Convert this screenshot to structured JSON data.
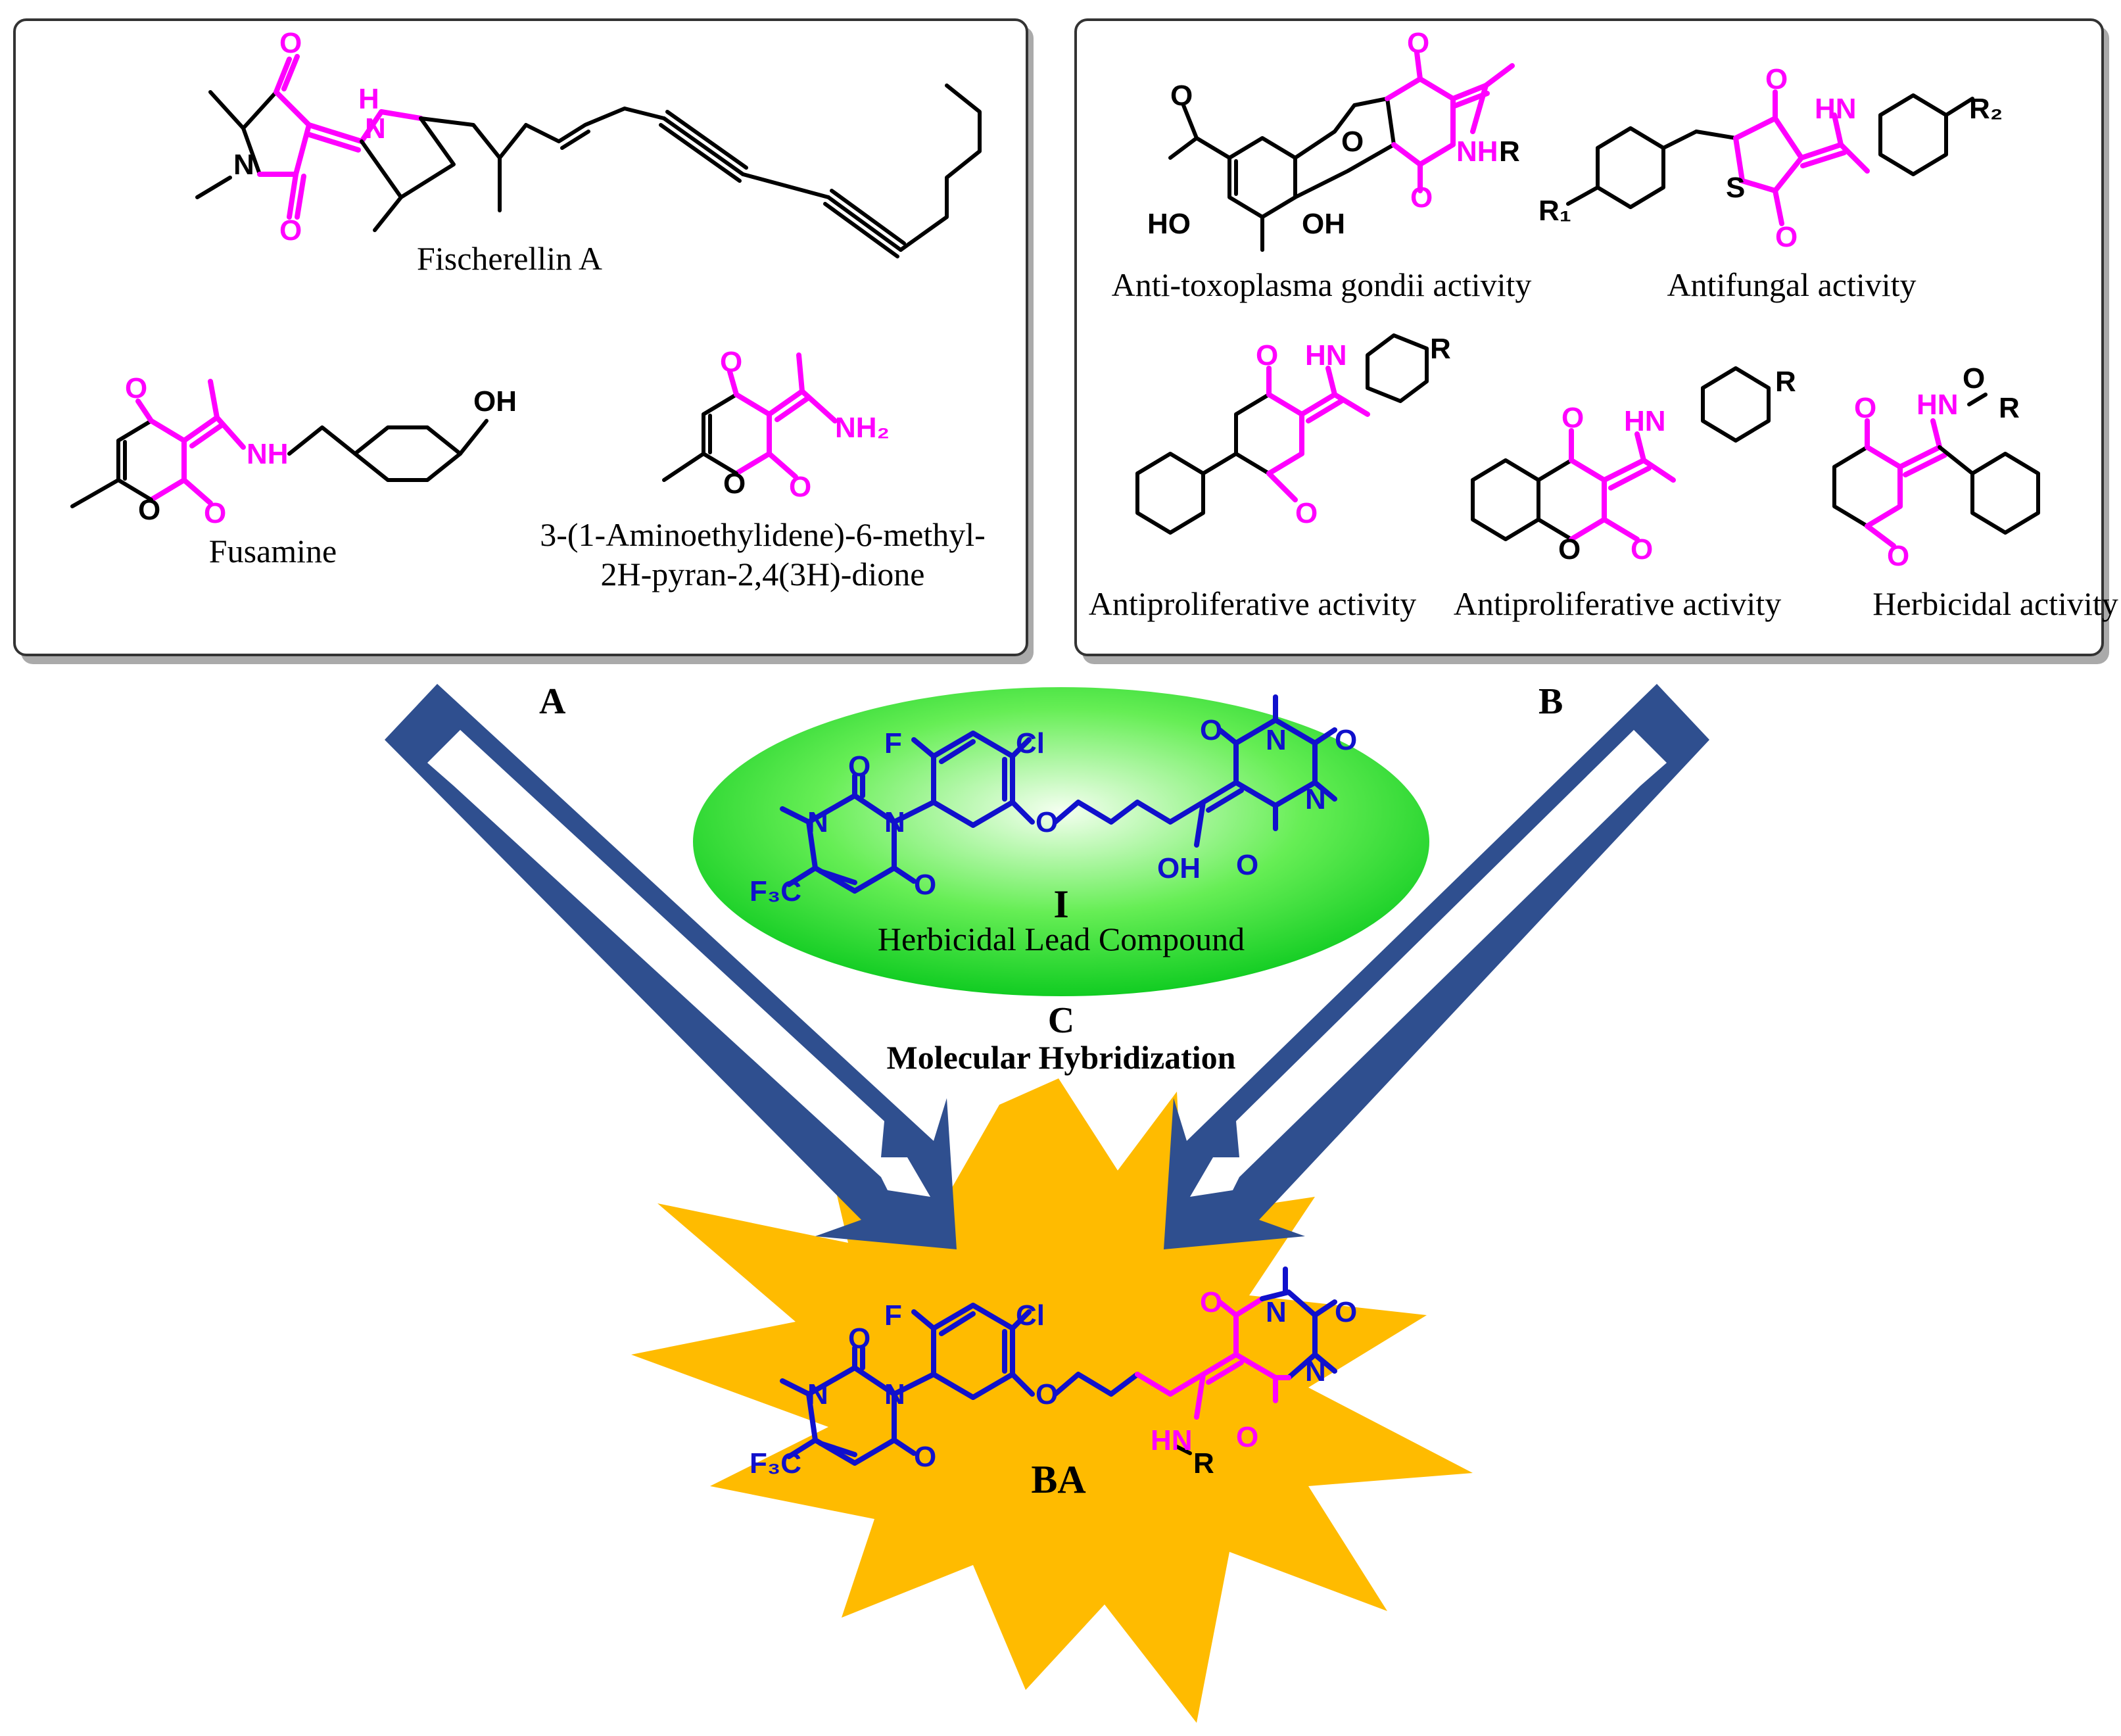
{
  "colors": {
    "natural_motif": "#ff00ff",
    "lead_compound": "#1010cc",
    "arrow": "#2f4f8f",
    "starburst": "#ffbb00",
    "ellipse": "#22dd22",
    "text": "#000000"
  },
  "panel_a": {
    "compounds": [
      {
        "name": "Fischerellin A"
      },
      {
        "name": "Fusamine"
      },
      {
        "name_line1": "3-(1-Aminoethylidene)-6-methyl-",
        "name_line2": "2H-pyran-2,4(3H)-dione"
      }
    ]
  },
  "panel_b": {
    "activities": [
      "Anti-toxoplasma gondii activity",
      "Antifungal activity",
      "Antiproliferative activity",
      "Antiproliferative activity",
      "Herbicidal activity"
    ]
  },
  "labels": {
    "a": "A",
    "b": "B",
    "c": "C",
    "lead_id": "I",
    "lead_name": "Herbicidal Lead Compound",
    "strategy": "Molecular Hybridization",
    "target": "BA"
  },
  "atoms": {
    "O": "O",
    "N": "N",
    "H": "H",
    "S": "S",
    "F": "F",
    "Cl": "Cl",
    "NH": "NH",
    "HN": "HN",
    "OH": "OH",
    "HO": "HO",
    "NH2": "NH₂",
    "NH_R": "NH–R",
    "R": "R",
    "R1": "R₁",
    "R2": "R₂",
    "CF3": "F₃C",
    "HN_R": "HN",
    "O_R": "O"
  }
}
